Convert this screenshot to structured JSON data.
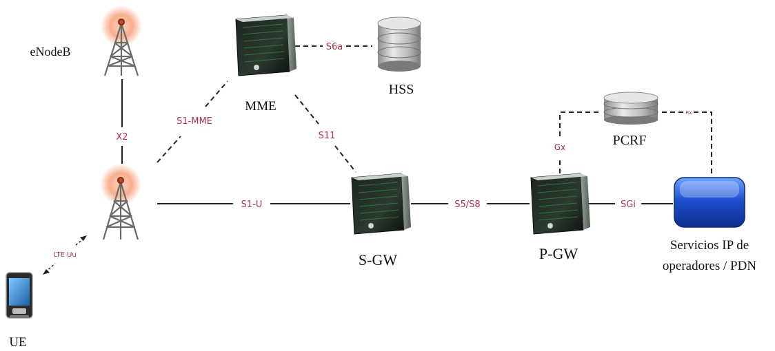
{
  "colors": {
    "link": "#222222",
    "interface_label": "#b0324a",
    "server_body": "#1f2a22",
    "server_led": "#3fa34d",
    "antenna_glow": "#f6a07a",
    "pdn_blue": "#1d4fd0"
  },
  "nodes": {
    "enodeb_label": "eNodeB",
    "mme_label": "MME",
    "hss_label": "HSS",
    "pcrf_label": "PCRF",
    "sgw_label": "S-GW",
    "pgw_label": "P-GW",
    "pdn_label_line1": "Servicios IP de",
    "pdn_label_line2": "operadores / PDN",
    "ue_label": "UE"
  },
  "interfaces": {
    "x2": "X2",
    "s1_mme": "S1-MME",
    "s6a": "S6a",
    "s11": "S11",
    "s1_u": "S1-U",
    "s5_s8": "S5/S8",
    "sgi": "SGi",
    "gx": "Gx",
    "rx": "Rx",
    "lte_uu": "LTE Uu"
  },
  "icons": {
    "antenna": "radio-tower-icon",
    "server": "server-tower-icon",
    "database": "database-icon",
    "pdn": "cloud-service-icon",
    "phone": "mobile-phone-icon"
  }
}
